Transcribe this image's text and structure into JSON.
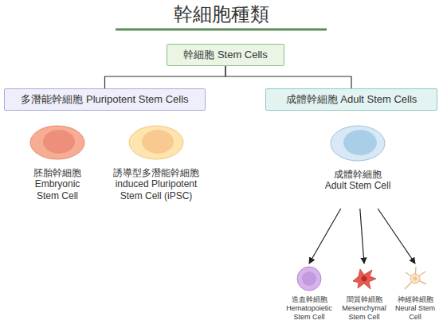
{
  "diagram": {
    "title": "幹細胞種類",
    "nodes": [
      {
        "text": [
          "幹細胞 Stem Cells"
        ]
      },
      {
        "text": [
          "多潛能幹細胞 Pluripotent Stem Cells"
        ]
      },
      {
        "text": [
          "成體幹細胞 Adult Stem Cells"
        ]
      },
      {
        "text": [
          "胚胎幹細胞",
          "Embryonic Stem Cell"
        ]
      },
      {
        "text": [
          "誘導型多潛能幹細胞",
          "induced Pluripotent Stem Cell (iPSC)"
        ]
      },
      {
        "text": [
          "成體幹細胞",
          "Adult Stem Cell"
        ]
      },
      {
        "text": [
          "造血幹細胞",
          "Hematopoietic Stem Cell"
        ]
      },
      {
        "text": [
          "間質幹細胞",
          "Mesenchymal Stem Cell"
        ]
      },
      {
        "text": [
          "神經幹細胞",
          "Neural Stem Cell"
        ]
      }
    ],
    "edges": [
      {
        "from": 0,
        "to": 1,
        "arrow": "none"
      },
      {
        "from": 0,
        "to": 2,
        "arrow": "none"
      },
      {
        "from": 5,
        "to": 6,
        "arrow": "to"
      },
      {
        "from": 5,
        "to": 7,
        "arrow": "to"
      },
      {
        "from": 5,
        "to": 8,
        "arrow": "to"
      }
    ]
  }
}
